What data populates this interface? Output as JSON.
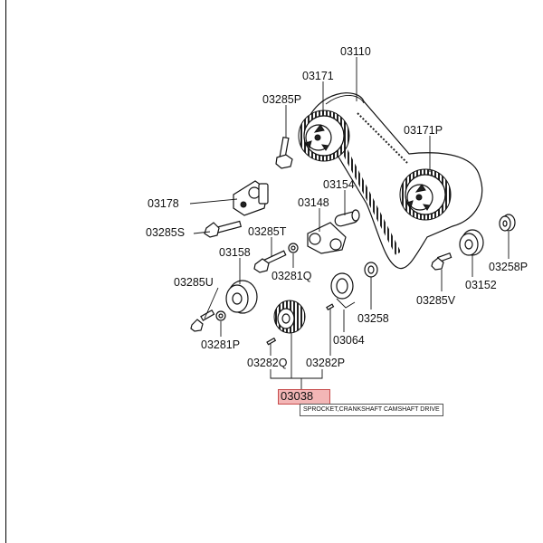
{
  "labels": {
    "p03110": "03110",
    "p03171": "03171",
    "p03285P": "03285P",
    "p03171P": "03171P",
    "p03178": "03178",
    "p03154": "03154",
    "p03148": "03148",
    "p03285S": "03285S",
    "p03285T": "03285T",
    "p03158": "03158",
    "p03281Q": "03281Q",
    "p03258P": "03258P",
    "p03152": "03152",
    "p03285U": "03285U",
    "p03285V": "03285V",
    "p03258": "03258",
    "p03281P": "03281P",
    "p03064": "03064",
    "p03282Q": "03282Q",
    "p03282P": "03282P"
  },
  "selected": {
    "part_number": "03038",
    "tooltip": "SPROCKET,CRANKSHAFT CAMSHAFT DRIVE",
    "highlight_color": "#f3b6b6",
    "highlight_border": "#c74b4b"
  }
}
